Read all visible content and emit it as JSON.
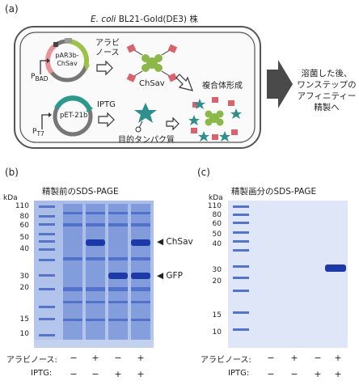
{
  "panel_a": {
    "label": "(a)",
    "strain_italic": "E. coli",
    "strain_rest": "BL21-Gold(DE3) 株",
    "plasmid1_line1": "pAR3b-",
    "plasmid1_line2": "ChSav",
    "promoter1_main": "P",
    "promoter1_sub": "BAD",
    "inducer1_line1": "アラビ",
    "inducer1_line2": "ノース",
    "product1": "ChSav",
    "plasmid2": "pET-21b",
    "promoter2_main": "P",
    "promoter2_sub": "T7",
    "inducer2": "IPTG",
    "product2": "目的タンパク質",
    "complex": "複合体形成",
    "result_line1": "溶菌した後、",
    "result_line2": "ワンステップの",
    "result_line3": "アフィニティー",
    "result_line4": "精製へ"
  },
  "panel_b": {
    "label": "(b)",
    "title": "精製前のSDS-PAGE",
    "kda": "kDa",
    "mw_markers": [
      "110",
      "80",
      "60",
      "50",
      "40",
      "30",
      "20",
      "15",
      "10"
    ],
    "band_label_1": "◀ ChSav",
    "band_label_2": "◀ GFP",
    "cond1_label": "アラビノース:",
    "cond2_label": "IPTG:",
    "cond1_signs": [
      "−",
      "+",
      "−",
      "+"
    ],
    "cond2_signs": [
      "−",
      "−",
      "+",
      "+"
    ]
  },
  "panel_c": {
    "label": "(c)",
    "title": "精製画分のSDS-PAGE",
    "kda": "kDa",
    "mw_markers": [
      "110",
      "80",
      "60",
      "50",
      "40",
      "30",
      "20",
      "15",
      "10"
    ],
    "cond1_label": "アラビノース:",
    "cond2_label": "IPTG:",
    "cond1_signs": [
      "−",
      "+",
      "−",
      "+"
    ],
    "cond2_signs": [
      "−",
      "−",
      "+",
      "+"
    ]
  },
  "colors": {
    "gel_blue": "#7f9ad6",
    "band_blue": "#1d39a8",
    "chsav_green": "#8cb84a",
    "anchor_red": "#d9636c",
    "target_teal": "#2e8f8c",
    "plasmid_pink": "#e8939a",
    "plasmid_green": "#9cc24a",
    "plasmid_teal": "#2b9a8c"
  }
}
